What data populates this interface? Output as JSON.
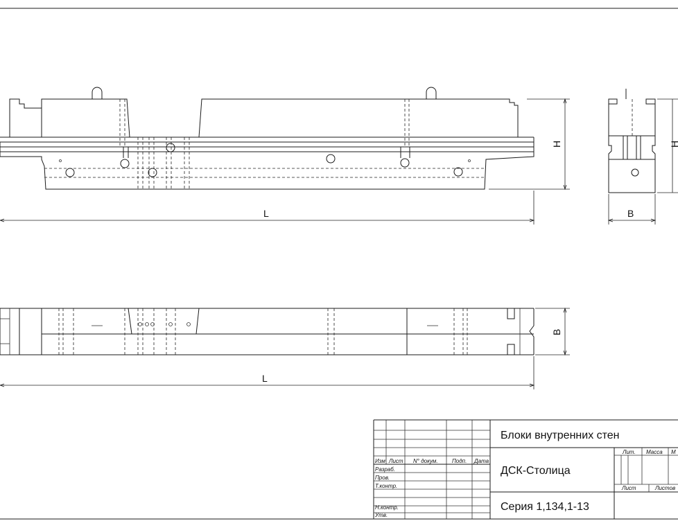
{
  "dimensions": {
    "length_label": "L",
    "height_label": "H",
    "width_label": "B"
  },
  "title_block": {
    "title": "Блоки внутренних стен",
    "organization": "ДСК-Столица",
    "series": "Серия 1,134,1-13",
    "columns": [
      "Изм",
      "Лист",
      "N° докум.",
      "Подп.",
      "Дата"
    ],
    "rows": [
      "Разраб.",
      "Пров.",
      "Т.контр.",
      "Н.контр.",
      "Утв."
    ],
    "stage_headers": [
      "Лит.",
      "Масса",
      "М"
    ],
    "sheet_labels": [
      "Лист",
      "Листов"
    ]
  }
}
